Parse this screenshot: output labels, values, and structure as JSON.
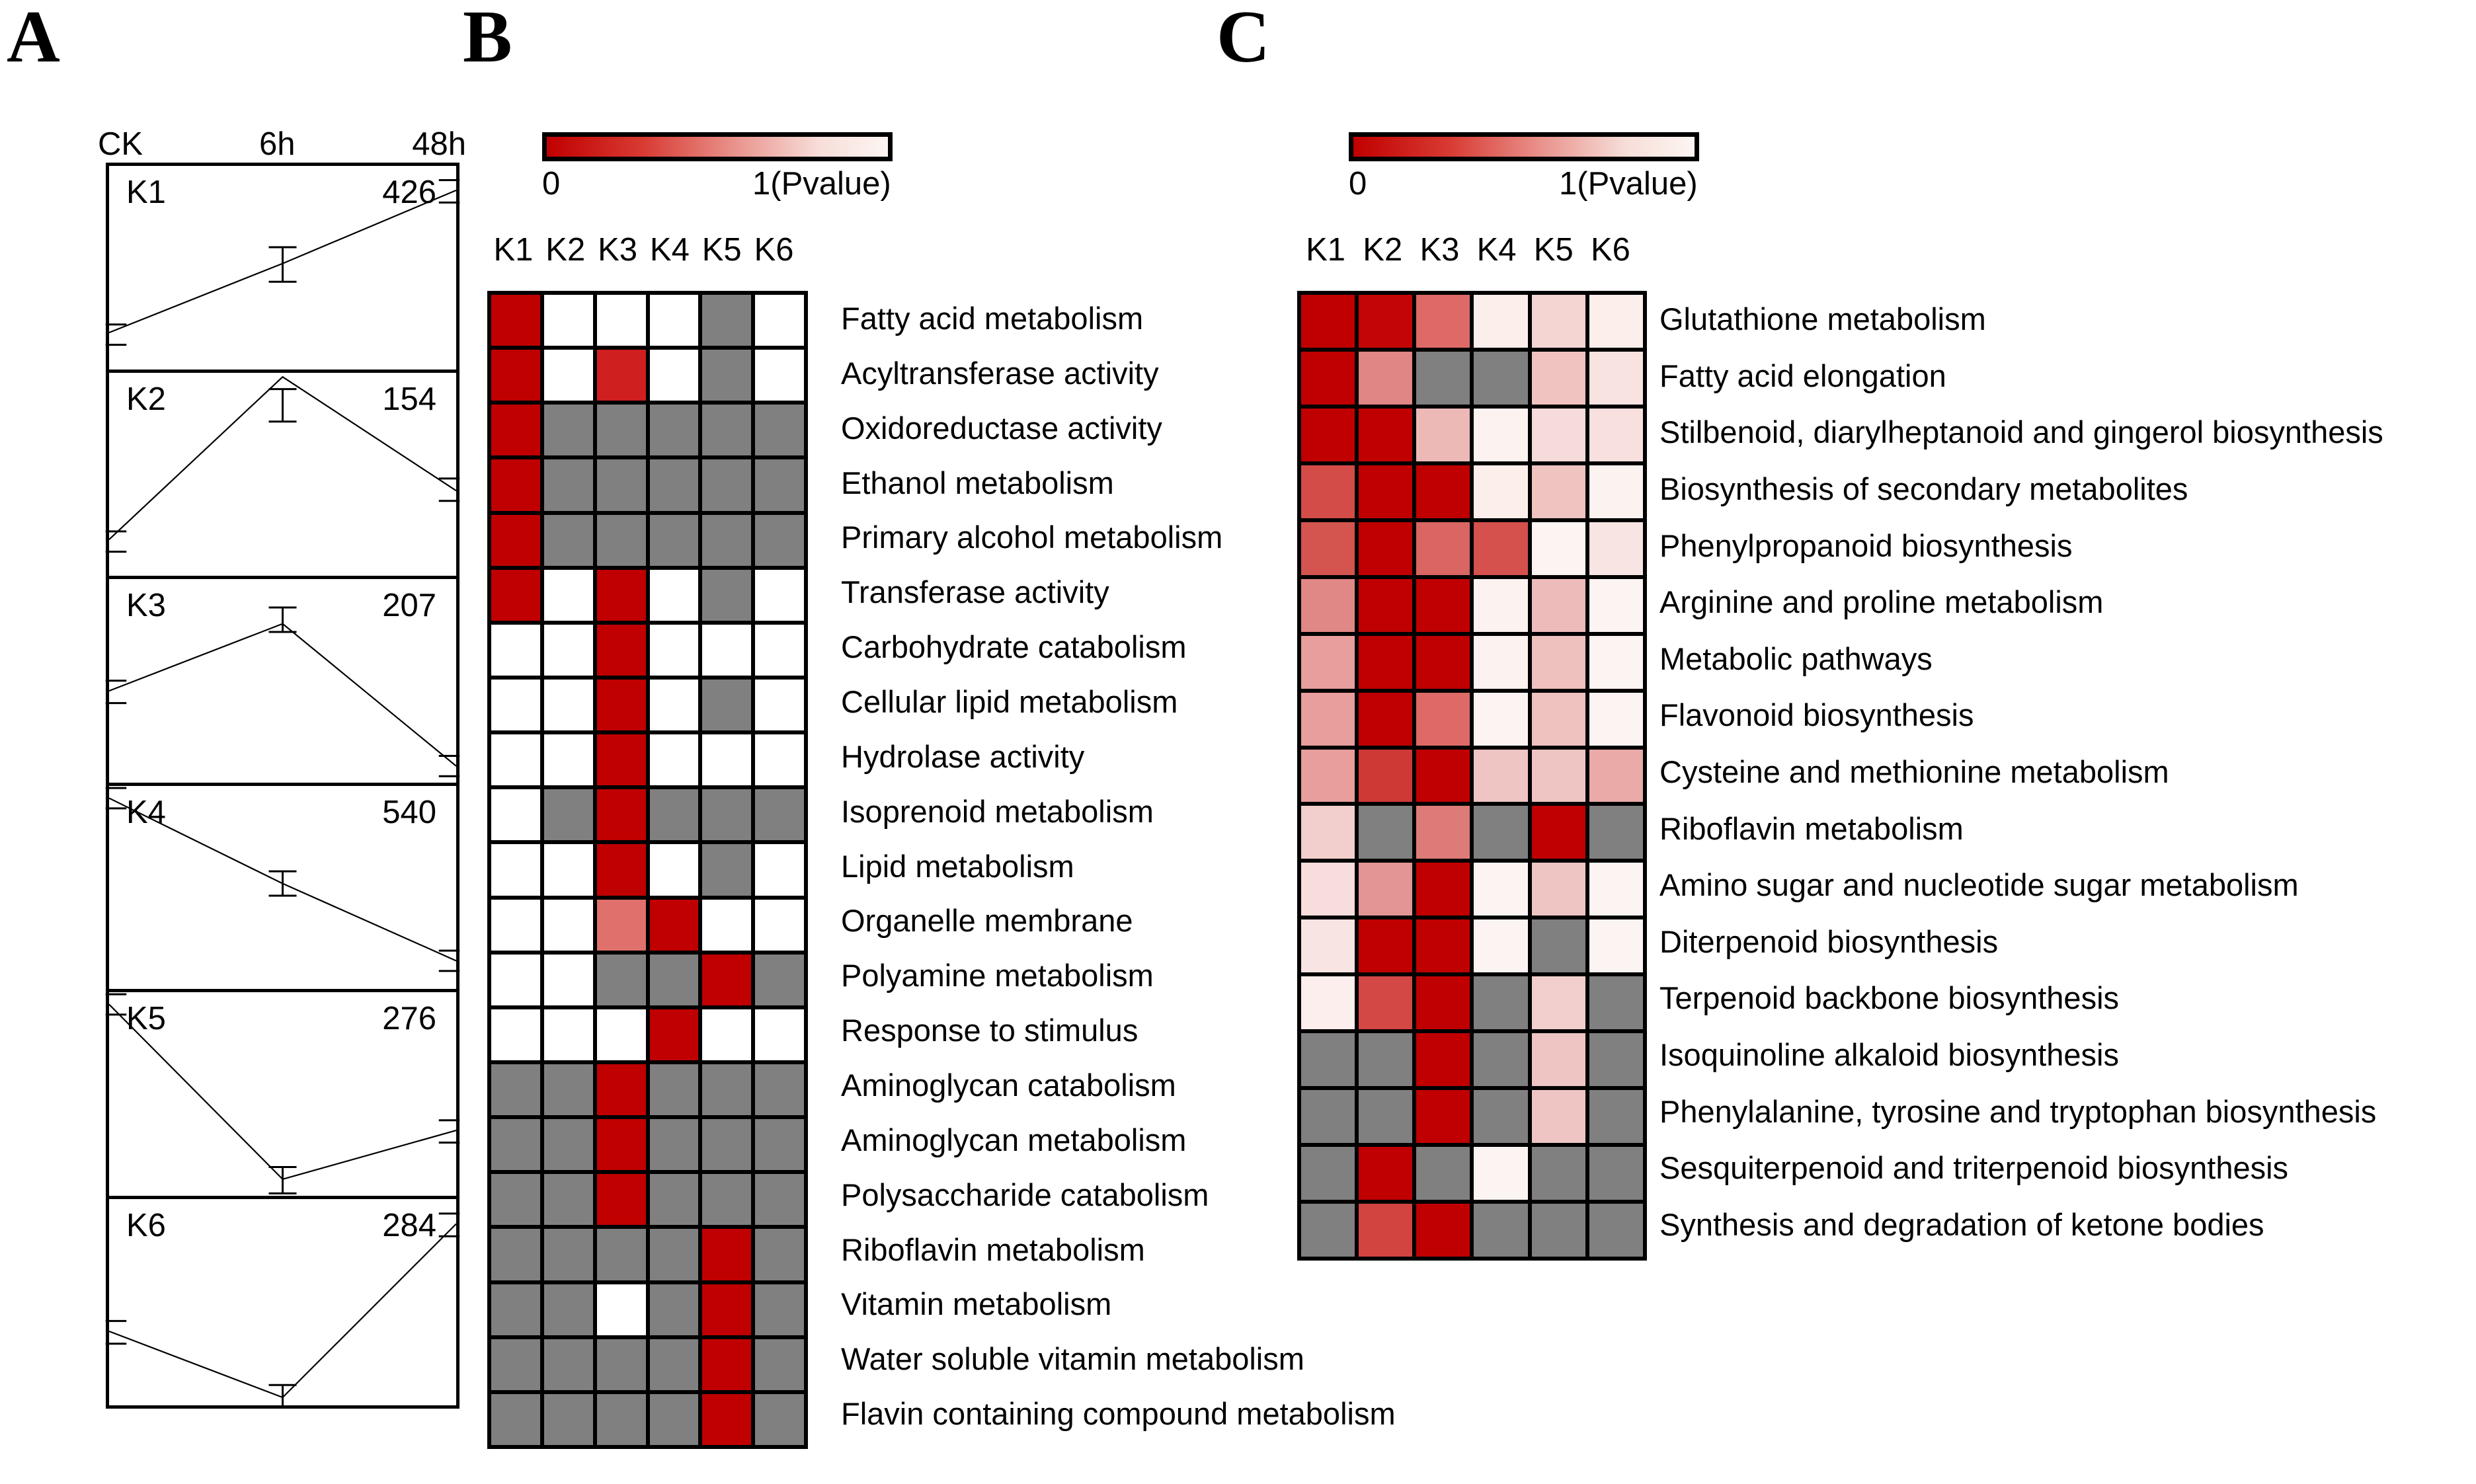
{
  "panels": {
    "a": "A",
    "b": "B",
    "c": "C"
  },
  "panelA": {
    "axis_ticks": [
      "CK",
      "6h",
      "48h"
    ],
    "clusters": [
      {
        "name": "K1",
        "count": "426"
      },
      {
        "name": "K2",
        "count": "154"
      },
      {
        "name": "K3",
        "count": "207"
      },
      {
        "name": "K4",
        "count": "540"
      },
      {
        "name": "K5",
        "count": "276"
      },
      {
        "name": "K6",
        "count": "284"
      }
    ]
  },
  "colorbar": {
    "min_label": "0",
    "max_label": "1(Pvalue)",
    "color_low": "#c00000",
    "color_high": "#fdf5f2"
  },
  "panelB": {
    "columns": [
      "K1",
      "K2",
      "K3",
      "K4",
      "K5",
      "K6"
    ],
    "rows": [
      "Fatty acid metabolism",
      "Acyltransferase activity",
      "Oxidoreductase activity",
      "Ethanol metabolism",
      "Primary alcohol metabolism",
      "Transferase activity",
      "Carbohydrate catabolism",
      "Cellular lipid metabolism",
      "Hydrolase activity",
      "Isoprenoid metabolism",
      "Lipid metabolism",
      "Organelle membrane",
      "Polyamine metabolism",
      "Response to stimulus",
      "Aminoglycan catabolism",
      "Aminoglycan metabolism",
      "Polysaccharide catabolism",
      "Riboflavin metabolism",
      "Vitamin metabolism",
      "Water soluble vitamin metabolism",
      "Flavin containing compound metabolism"
    ],
    "na_color": "#808080",
    "cells": [
      [
        "#c00000",
        "#ffffff",
        "#ffffff",
        "#ffffff",
        "#808080",
        "#ffffff"
      ],
      [
        "#c00000",
        "#ffffff",
        "#cf1f1f",
        "#ffffff",
        "#808080",
        "#ffffff"
      ],
      [
        "#c00000",
        "#808080",
        "#808080",
        "#808080",
        "#808080",
        "#808080"
      ],
      [
        "#c00000",
        "#808080",
        "#808080",
        "#808080",
        "#808080",
        "#808080"
      ],
      [
        "#c00000",
        "#808080",
        "#808080",
        "#808080",
        "#808080",
        "#808080"
      ],
      [
        "#c00000",
        "#ffffff",
        "#c00000",
        "#ffffff",
        "#808080",
        "#ffffff"
      ],
      [
        "#ffffff",
        "#ffffff",
        "#c00000",
        "#ffffff",
        "#ffffff",
        "#ffffff"
      ],
      [
        "#ffffff",
        "#ffffff",
        "#c00000",
        "#ffffff",
        "#808080",
        "#ffffff"
      ],
      [
        "#ffffff",
        "#ffffff",
        "#c00000",
        "#ffffff",
        "#ffffff",
        "#ffffff"
      ],
      [
        "#ffffff",
        "#808080",
        "#c00000",
        "#808080",
        "#808080",
        "#808080"
      ],
      [
        "#ffffff",
        "#ffffff",
        "#c00000",
        "#ffffff",
        "#808080",
        "#ffffff"
      ],
      [
        "#ffffff",
        "#ffffff",
        "#e0706c",
        "#c00000",
        "#ffffff",
        "#ffffff"
      ],
      [
        "#ffffff",
        "#ffffff",
        "#808080",
        "#808080",
        "#c00000",
        "#808080"
      ],
      [
        "#ffffff",
        "#ffffff",
        "#ffffff",
        "#c00000",
        "#ffffff",
        "#ffffff"
      ],
      [
        "#808080",
        "#808080",
        "#c00000",
        "#808080",
        "#808080",
        "#808080"
      ],
      [
        "#808080",
        "#808080",
        "#c00000",
        "#808080",
        "#808080",
        "#808080"
      ],
      [
        "#808080",
        "#808080",
        "#c00000",
        "#808080",
        "#808080",
        "#808080"
      ],
      [
        "#808080",
        "#808080",
        "#808080",
        "#808080",
        "#c00000",
        "#808080"
      ],
      [
        "#808080",
        "#808080",
        "#ffffff",
        "#808080",
        "#c00000",
        "#808080"
      ],
      [
        "#808080",
        "#808080",
        "#808080",
        "#808080",
        "#c00000",
        "#808080"
      ],
      [
        "#808080",
        "#808080",
        "#808080",
        "#808080",
        "#c00000",
        "#808080"
      ]
    ]
  },
  "panelC": {
    "columns": [
      "K1",
      "K2",
      "K3",
      "K4",
      "K5",
      "K6"
    ],
    "rows": [
      "Glutathione metabolism",
      "Fatty acid elongation",
      "Stilbenoid, diarylheptanoid and gingerol biosynthesis",
      "Biosynthesis of secondary metabolites",
      "Phenylpropanoid biosynthesis",
      "Arginine and proline metabolism",
      "Metabolic pathways",
      "Flavonoid biosynthesis",
      "Cysteine and methionine metabolism",
      "Riboflavin metabolism",
      "Amino sugar and nucleotide sugar metabolism",
      "Diterpenoid biosynthesis",
      "Terpenoid backbone biosynthesis",
      "Isoquinoline alkaloid biosynthesis",
      "Phenylalanine, tyrosine and tryptophan biosynthesis",
      "Sesquiterpenoid and triterpenoid biosynthesis",
      "Synthesis and degradation of ketone bodies"
    ],
    "na_color": "#808080",
    "cells": [
      [
        "#c00000",
        "#c30505",
        "#dd6a67",
        "#fbeeeb",
        "#f4d5d2",
        "#fbeeeb"
      ],
      [
        "#c00000",
        "#e08684",
        "#808080",
        "#808080",
        "#f0c3c1",
        "#f8e3e1"
      ],
      [
        "#c00000",
        "#c00000",
        "#edb9b7",
        "#fcf2f0",
        "#f5dbd9",
        "#f7e0de"
      ],
      [
        "#d34c48",
        "#c00000",
        "#c00000",
        "#fbeeeb",
        "#eec3c0",
        "#fcf2f0"
      ],
      [
        "#d45450",
        "#c00000",
        "#d96662",
        "#d4514d",
        "#fcf4f2",
        "#f8e4e2"
      ],
      [
        "#e08886",
        "#c00000",
        "#c00000",
        "#fcf2f0",
        "#edbcba",
        "#fcf4f2"
      ],
      [
        "#e79e9c",
        "#c00000",
        "#c00000",
        "#fcf2f0",
        "#eec0be",
        "#fcf4f2"
      ],
      [
        "#e79e9c",
        "#c00000",
        "#dd6a67",
        "#fcf4f2",
        "#efc2c0",
        "#fcf4f2"
      ],
      [
        "#e79e9c",
        "#cf3935",
        "#c00000",
        "#eec5c3",
        "#eec5c3",
        "#e9aaa8"
      ],
      [
        "#f2cfcd",
        "#808080",
        "#dd7b78",
        "#808080",
        "#c00000",
        "#808080"
      ],
      [
        "#f7dedc",
        "#e29593",
        "#c00000",
        "#fcf4f2",
        "#eec5c3",
        "#fcf4f2"
      ],
      [
        "#f8e4e2",
        "#c00000",
        "#c00000",
        "#fcf4f2",
        "#808080",
        "#fcf4f2"
      ],
      [
        "#fbeeec",
        "#d34844",
        "#c00000",
        "#808080",
        "#f2cfcd",
        "#808080"
      ],
      [
        "#808080",
        "#808080",
        "#c00000",
        "#808080",
        "#eec5c3",
        "#808080"
      ],
      [
        "#808080",
        "#808080",
        "#c00000",
        "#808080",
        "#eec5c3",
        "#808080"
      ],
      [
        "#808080",
        "#c00000",
        "#808080",
        "#fcf4f2",
        "#808080",
        "#808080"
      ],
      [
        "#808080",
        "#d24440",
        "#c00000",
        "#808080",
        "#808080",
        "#808080"
      ]
    ]
  },
  "chart_data": [
    {
      "type": "line",
      "title": "Gene expression cluster profiles",
      "x": [
        "CK",
        "6h",
        "48h"
      ],
      "xlabel": "",
      "ylabel": "",
      "series": [
        {
          "name": "K1",
          "n_genes": 426,
          "values": [
            0.18,
            0.52,
            0.88
          ]
        },
        {
          "name": "K2",
          "n_genes": 154,
          "values": [
            0.12,
            0.9,
            0.42
          ]
        },
        {
          "name": "K3",
          "n_genes": 207,
          "values": [
            0.42,
            0.82,
            0.1
          ]
        },
        {
          "name": "K4",
          "n_genes": 540,
          "values": [
            0.9,
            0.55,
            0.18
          ]
        },
        {
          "name": "K5",
          "n_genes": 276,
          "values": [
            0.9,
            0.1,
            0.32
          ]
        },
        {
          "name": "K6",
          "n_genes": 284,
          "values": [
            0.4,
            0.05,
            0.9
          ]
        }
      ]
    },
    {
      "type": "heatmap",
      "title": "GO term enrichment by cluster",
      "xlabel": "",
      "ylabel": "",
      "legend_title": "1(Pvalue)",
      "zlim": [
        0,
        1
      ],
      "x": [
        "K1",
        "K2",
        "K3",
        "K4",
        "K5",
        "K6"
      ],
      "y": [
        "Fatty acid metabolism",
        "Acyltransferase activity",
        "Oxidoreductase activity",
        "Ethanol metabolism",
        "Primary alcohol metabolism",
        "Transferase activity",
        "Carbohydrate catabolism",
        "Cellular lipid metabolism",
        "Hydrolase activity",
        "Isoprenoid metabolism",
        "Lipid metabolism",
        "Organelle membrane",
        "Polyamine metabolism",
        "Response to stimulus",
        "Aminoglycan catabolism",
        "Aminoglycan metabolism",
        "Polysaccharide catabolism",
        "Riboflavin metabolism",
        "Vitamin metabolism",
        "Water soluble vitamin metabolism",
        "Flavin containing compound metabolism"
      ],
      "z": [
        [
          0.0,
          1.0,
          1.0,
          1.0,
          null,
          1.0
        ],
        [
          0.0,
          1.0,
          0.08,
          1.0,
          null,
          1.0
        ],
        [
          0.0,
          null,
          null,
          null,
          null,
          null
        ],
        [
          0.0,
          null,
          null,
          null,
          null,
          null
        ],
        [
          0.0,
          null,
          null,
          null,
          null,
          null
        ],
        [
          0.0,
          1.0,
          0.0,
          1.0,
          null,
          1.0
        ],
        [
          1.0,
          1.0,
          0.0,
          1.0,
          1.0,
          1.0
        ],
        [
          1.0,
          1.0,
          0.0,
          1.0,
          null,
          1.0
        ],
        [
          1.0,
          1.0,
          0.0,
          1.0,
          1.0,
          1.0
        ],
        [
          1.0,
          null,
          0.0,
          null,
          null,
          null
        ],
        [
          1.0,
          1.0,
          0.0,
          1.0,
          null,
          1.0
        ],
        [
          1.0,
          1.0,
          0.35,
          0.0,
          1.0,
          1.0
        ],
        [
          1.0,
          1.0,
          null,
          null,
          0.0,
          null
        ],
        [
          1.0,
          1.0,
          1.0,
          0.0,
          1.0,
          1.0
        ],
        [
          null,
          null,
          0.0,
          null,
          null,
          null
        ],
        [
          null,
          null,
          0.0,
          null,
          null,
          null
        ],
        [
          null,
          null,
          0.0,
          null,
          null,
          null
        ],
        [
          null,
          null,
          null,
          null,
          0.0,
          null
        ],
        [
          null,
          null,
          1.0,
          null,
          0.0,
          null
        ],
        [
          null,
          null,
          null,
          null,
          0.0,
          null
        ],
        [
          null,
          null,
          null,
          null,
          0.0,
          null
        ]
      ]
    },
    {
      "type": "heatmap",
      "title": "KEGG pathway enrichment by cluster",
      "xlabel": "",
      "ylabel": "",
      "legend_title": "1(Pvalue)",
      "zlim": [
        0,
        1
      ],
      "x": [
        "K1",
        "K2",
        "K3",
        "K4",
        "K5",
        "K6"
      ],
      "y": [
        "Glutathione metabolism",
        "Fatty acid elongation",
        "Stilbenoid, diarylheptanoid and gingerol biosynthesis",
        "Biosynthesis of secondary metabolites",
        "Phenylpropanoid biosynthesis",
        "Arginine and proline metabolism",
        "Metabolic pathways",
        "Flavonoid biosynthesis",
        "Cysteine and methionine metabolism",
        "Riboflavin metabolism",
        "Amino sugar and nucleotide sugar metabolism",
        "Diterpenoid biosynthesis",
        "Terpenoid backbone biosynthesis",
        "Isoquinoline alkaloid biosynthesis",
        "Phenylalanine, tyrosine and tryptophan biosynthesis",
        "Sesquiterpenoid and triterpenoid biosynthesis",
        "Synthesis and degradation of ketone bodies"
      ],
      "z": [
        [
          0.0,
          0.02,
          0.42,
          0.94,
          0.8,
          0.94
        ],
        [
          0.0,
          0.58,
          null,
          null,
          0.72,
          0.88
        ],
        [
          0.0,
          0.0,
          0.76,
          0.96,
          0.84,
          0.86
        ],
        [
          0.28,
          0.0,
          0.0,
          0.94,
          0.74,
          0.96
        ],
        [
          0.3,
          0.0,
          0.4,
          0.29,
          0.97,
          0.88
        ],
        [
          0.58,
          0.0,
          0.0,
          0.96,
          0.73,
          0.97
        ],
        [
          0.64,
          0.0,
          0.0,
          0.96,
          0.73,
          0.97
        ],
        [
          0.64,
          0.0,
          0.42,
          0.97,
          0.74,
          0.97
        ],
        [
          0.64,
          0.22,
          0.0,
          0.78,
          0.78,
          0.67
        ],
        [
          0.86,
          null,
          0.48,
          null,
          0.0,
          null
        ],
        [
          0.9,
          0.62,
          0.0,
          0.97,
          0.78,
          0.97
        ],
        [
          0.92,
          0.0,
          0.0,
          0.97,
          null,
          0.97
        ],
        [
          0.95,
          0.26,
          0.0,
          null,
          0.86,
          null
        ],
        [
          null,
          null,
          0.0,
          null,
          0.78,
          null
        ],
        [
          null,
          null,
          0.0,
          null,
          0.78,
          null
        ],
        [
          null,
          0.0,
          null,
          0.97,
          null,
          null
        ],
        [
          null,
          0.25,
          0.0,
          null,
          null,
          null
        ]
      ]
    }
  ]
}
